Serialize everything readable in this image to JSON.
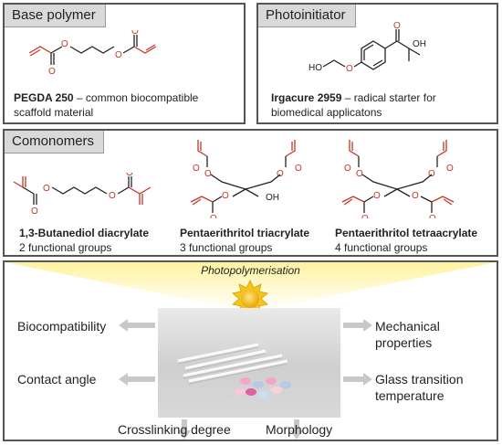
{
  "base_polymer": {
    "tab": "Base polymer",
    "name": "PEGDA 250",
    "desc_line1": " – common biocompatible",
    "desc_line2": "scaffold material"
  },
  "photoinitiator": {
    "tab": "Photoinitiator",
    "name": "Irgacure 2959",
    "desc_line1": " – radical starter for",
    "desc_line2": "biomedical applicatons"
  },
  "comonomers": {
    "tab": "Comonomers",
    "items": [
      {
        "name": "1,3-Butanediol diacrylate",
        "groups": "2 functional groups"
      },
      {
        "name": "Pentaerithritol triacrylate",
        "groups": "3 functional groups"
      },
      {
        "name": "Pentaerithritol tetraacrylate",
        "groups": "4 functional groups"
      }
    ]
  },
  "bottom": {
    "title": "Photopolymerisation",
    "outputs": {
      "biocompatibility": "Biocompatibility",
      "mechanical_1": "Mechanical",
      "mechanical_2": "properties",
      "contact_angle": "Contact angle",
      "glass_1": "Glass transition",
      "glass_2": "temperature",
      "crosslinking": "Crosslinking degree",
      "morphology": "Morphology"
    }
  },
  "atoms": {
    "O": "O",
    "OH": "OH",
    "HO": "HO"
  },
  "colors": {
    "accent_yellow": "#fff2a8",
    "sun": "#f4c51b",
    "arrow_gray": "#c8c8c8",
    "oxygen_red": "#c0392b"
  }
}
